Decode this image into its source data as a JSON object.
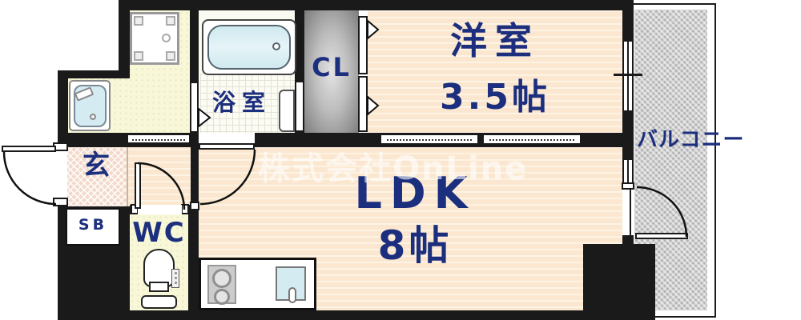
{
  "watermark": {
    "text": "株式会社OnLine"
  },
  "rooms": {
    "western_room": {
      "name": "洋室",
      "size": "3.5帖"
    },
    "ldk": {
      "name": "LDK",
      "size": "8帖"
    },
    "closet": {
      "label": "CL"
    },
    "bathroom": {
      "label": "浴室"
    },
    "wc": {
      "label": "WC"
    },
    "entrance": {
      "label": "玄"
    },
    "shoe_box": {
      "label": "SB"
    },
    "balcony": {
      "label": "バルコニー"
    }
  },
  "colors": {
    "navy": "#1c2f7e",
    "wall": "#1a1a1a",
    "room-floor": "#fbe7cf",
    "room-stripe": "#fdf3e4",
    "wet-floor": "#f8f8d8",
    "entrance-floor": "#f3d9c9",
    "balcony-gray": "#d0d0d0",
    "fixture-blue": "#d4ebf1",
    "watermark-white": "rgba(255,255,255,0.6)"
  }
}
